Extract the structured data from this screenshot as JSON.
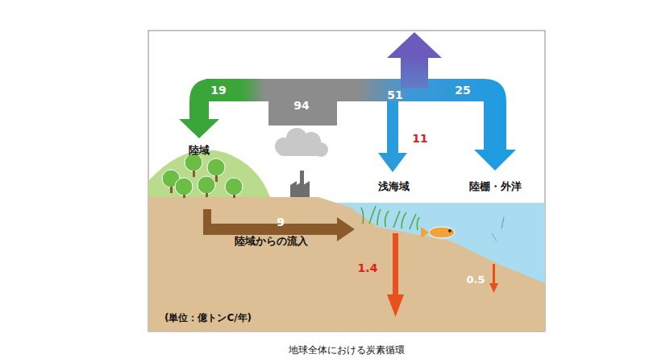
{
  "diagram": {
    "caption": "地球全体における炭素循環",
    "labels": [
      "19",
      "94",
      "51",
      "25",
      "陸域",
      "11",
      "浅海域",
      "陸棚・外洋",
      "9",
      "陸域からの流入",
      "1.4",
      "0.5",
      "(単位：億トンC/年)"
    ]
  }
}
